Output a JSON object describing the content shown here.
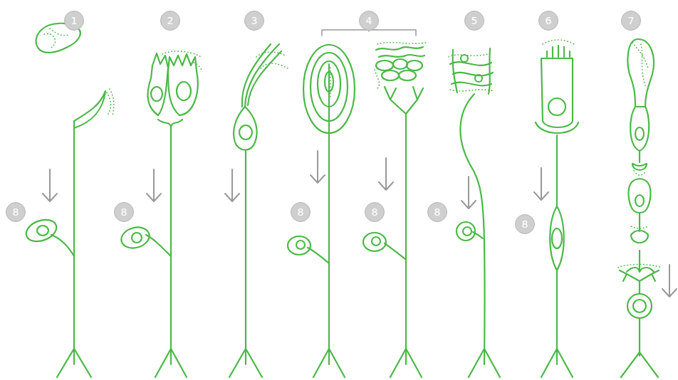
{
  "diagram": {
    "nodes": [
      {
        "text": [
          "1"
        ]
      },
      {
        "text": [
          "2"
        ]
      },
      {
        "text": [
          "3"
        ]
      },
      {
        "text": [
          "4"
        ]
      },
      {
        "text": [
          "5"
        ]
      },
      {
        "text": [
          "6"
        ]
      },
      {
        "text": [
          "7"
        ]
      },
      {
        "text": [
          "8"
        ]
      },
      {
        "text": [
          "8"
        ]
      },
      {
        "text": [
          "8"
        ]
      },
      {
        "text": [
          "8"
        ]
      },
      {
        "text": [
          "8"
        ]
      },
      {
        "text": [
          "8"
        ]
      }
    ]
  }
}
